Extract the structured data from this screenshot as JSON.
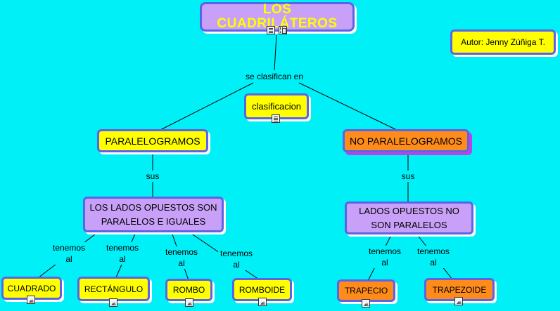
{
  "title": "LOS CUADRILÁTEROS",
  "author": "Autor: Jenny Zúñiga T.",
  "links": {
    "se_clasifican_en": "se clasifican en",
    "sus_left": "sus",
    "sus_right": "sus",
    "tenemos_al_1": "tenemos al",
    "tenemos_al_2": "tenemos al",
    "tenemos_al_3": "tenemos al",
    "tenemos_al_4": "tenemos al",
    "tenemos_al_5": "tenemos al",
    "tenemos_al_6": "tenemos al"
  },
  "nodes": {
    "clasificacion": "clasificacion",
    "paralelogramos": "PARALELOGRAMOS",
    "no_paralelogramos": "NO PARALELOGRAMOS",
    "lados_paralelos": "LOS LADOS OPUESTOS SON PARALELOS E IGUALES",
    "lados_no_paralelos": "LADOS OPUESTOS NO SON PARALELOS",
    "cuadrado": "CUADRADO",
    "rectangulo": "RECTÁNGULO",
    "rombo": "ROMBO",
    "romboide": "ROMBOIDE",
    "trapecio": "TRAPECIO",
    "trapezoide": "TRAPEZOIDE"
  },
  "colors": {
    "background": "#00f0f8",
    "yellow": "#ffff00",
    "orange": "#ff8c1a",
    "lilac": "#c8a0f8",
    "border": "#5a64e6"
  },
  "icons": {
    "title": [
      "document-icon",
      "film-icon"
    ],
    "clasificacion": "document-icon",
    "examples": "image-icon"
  }
}
